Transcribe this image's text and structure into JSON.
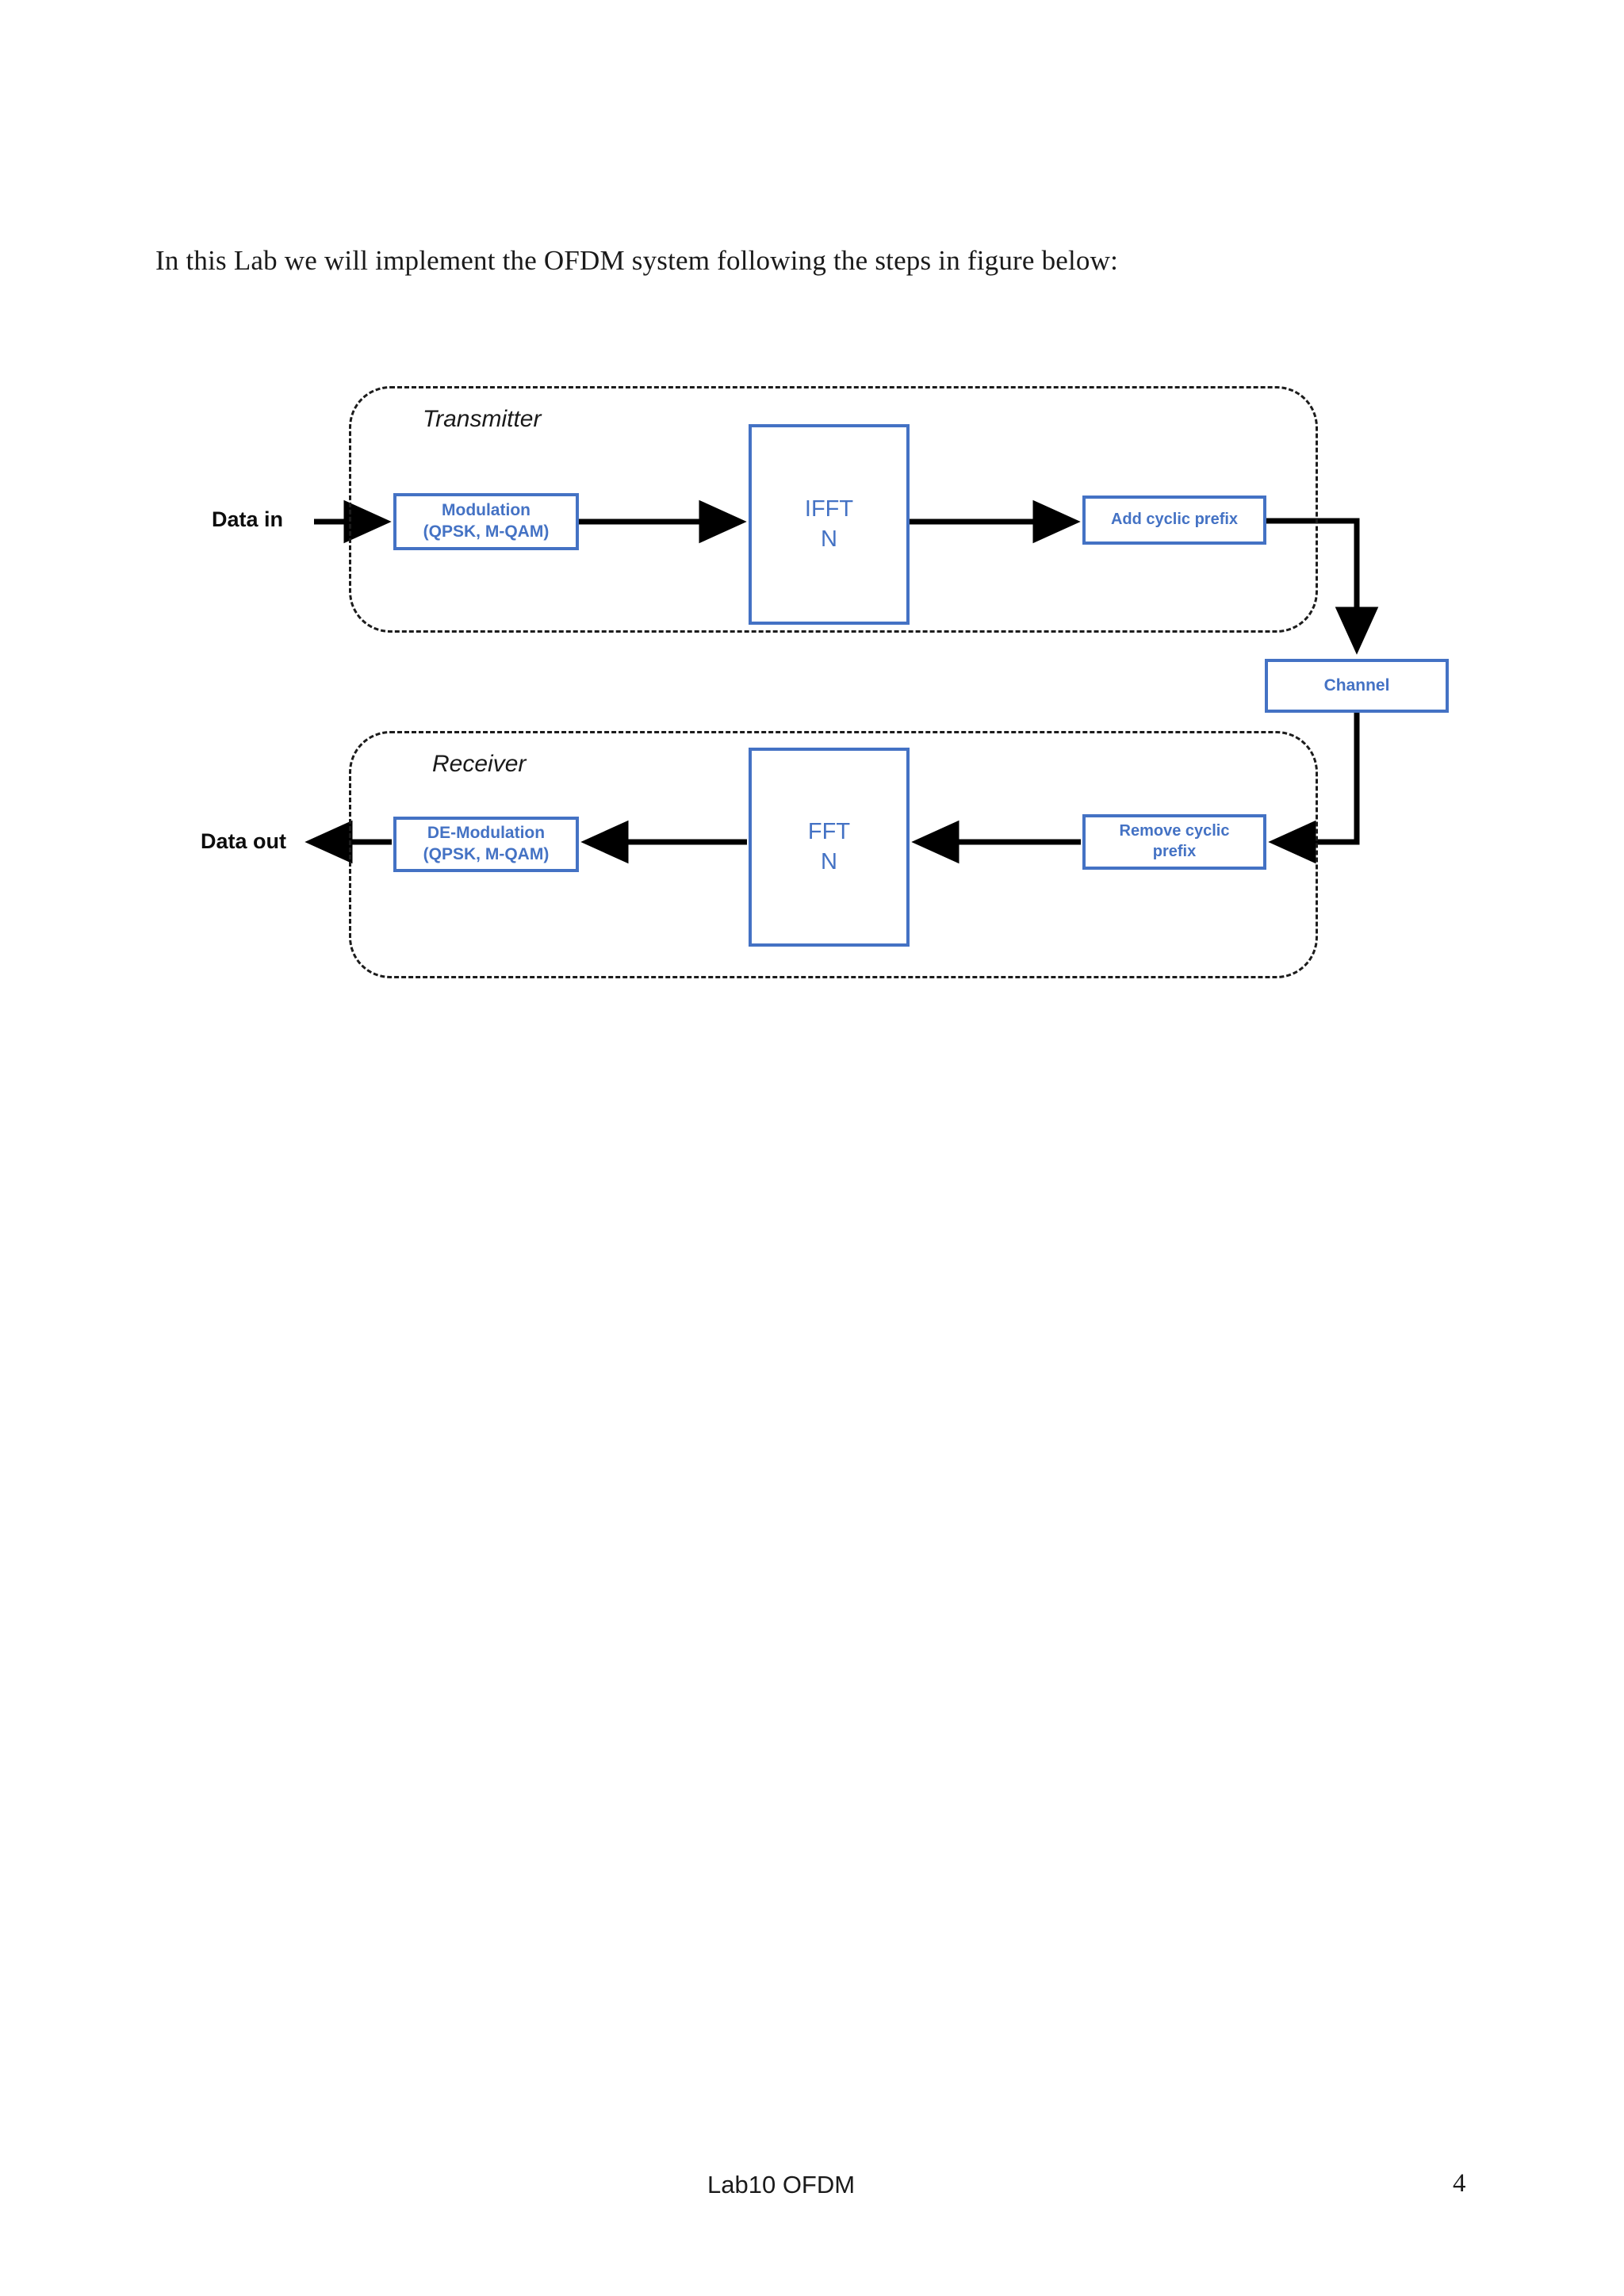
{
  "document": {
    "intro_text": "In this Lab we will implement the OFDM system following the steps in figure below:"
  },
  "diagram": {
    "groups": [
      {
        "id": "transmitter",
        "label": "Transmitter"
      },
      {
        "id": "receiver",
        "label": "Receiver"
      }
    ],
    "io": {
      "data_in": "Data in",
      "data_out": "Data out"
    },
    "blocks": [
      {
        "id": "modulation",
        "line1": "Modulation",
        "line2": "(QPSK, M-QAM)"
      },
      {
        "id": "ifft",
        "line1": "IFFT",
        "line2": "N"
      },
      {
        "id": "add_cp",
        "line1": "Add cyclic prefix",
        "line2": ""
      },
      {
        "id": "channel",
        "line1": "Channel",
        "line2": ""
      },
      {
        "id": "remove_cp",
        "line1": "Remove cyclic",
        "line2": "prefix"
      },
      {
        "id": "fft",
        "line1": "FFT",
        "line2": "N"
      },
      {
        "id": "demodulation",
        "line1": "DE-Modulation",
        "line2": "(QPSK, M-QAM)"
      }
    ],
    "colors": {
      "block_border": "#4472C4",
      "block_text": "#4472C4",
      "group_border": "#1c1c1c",
      "connector": "#000000"
    }
  },
  "footer": {
    "title": "Lab10 OFDM",
    "page_number": "4"
  }
}
